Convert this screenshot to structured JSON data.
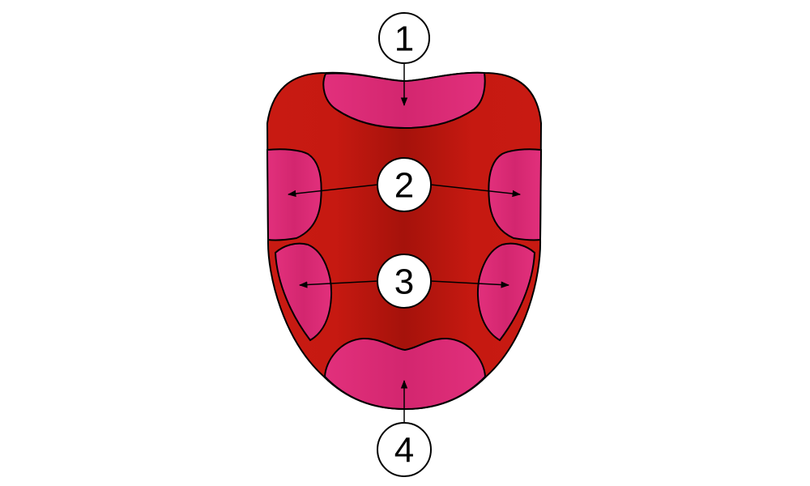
{
  "colors": {
    "tongue_dark": "#a5120b",
    "tongue_light": "#c81a12",
    "zone_light": "#e2307c",
    "zone_dark": "#d3266f",
    "outline": "#000000",
    "label_fill": "#ffffff"
  },
  "callouts": [
    {
      "id": "callout-1",
      "label": "1",
      "target_zones": [
        "tip"
      ]
    },
    {
      "id": "callout-2",
      "label": "2",
      "target_zones": [
        "upper-left",
        "upper-right"
      ]
    },
    {
      "id": "callout-3",
      "label": "3",
      "target_zones": [
        "lower-left",
        "lower-right"
      ]
    },
    {
      "id": "callout-4",
      "label": "4",
      "target_zones": [
        "back"
      ]
    }
  ],
  "zones": [
    "tip",
    "upper-left",
    "upper-right",
    "lower-left",
    "lower-right",
    "back"
  ]
}
